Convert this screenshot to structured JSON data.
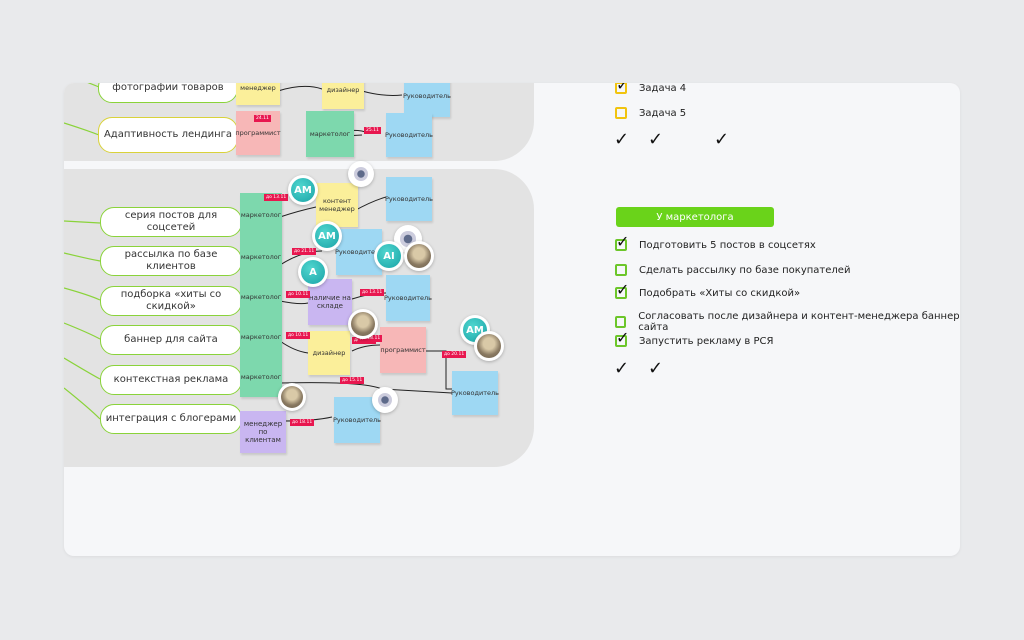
{
  "pills_top": [
    {
      "text": "фотографии товаров"
    },
    {
      "text": "Адаптивность лендинга"
    }
  ],
  "pills_main": [
    {
      "text": "серия постов для соцсетей"
    },
    {
      "text": "рассылка по базе клиентов"
    },
    {
      "text": "подборка «хиты со скидкой»"
    },
    {
      "text": "баннер для сайта"
    },
    {
      "text": "контекстная реклама"
    },
    {
      "text": "интеграция с блогерами"
    }
  ],
  "stickies": {
    "s1": "менеджер",
    "s2": "дизайнер",
    "s3": "Руководитель",
    "s4": "программист",
    "s5": "маркетолог",
    "s6": "Руководитель",
    "m1": "маркетолог",
    "m2": "маркетолог",
    "m3": "маркетолог",
    "m4": "маркетолог",
    "m5": "маркетолог",
    "m6": "менеджер по клиентам",
    "c1": "контент менеджер",
    "c2": "Руководитель",
    "c3": "Руководитель",
    "c4": "наличие на складе",
    "c5": "Руководитель",
    "c6": "дизайнер",
    "c7": "программист",
    "c8": "Руководитель",
    "c9": "Руководитель"
  },
  "tags": {
    "t1": "24.11",
    "t2": "25.11",
    "t3": "до 13.11",
    "t4": "до 21.11",
    "t5": "до 10.11",
    "t6": "до 13.11",
    "t7": "до 10.11",
    "t8": "до 13.11",
    "t9": "до 18.11",
    "t10": "до 20.11",
    "t11": "до 15.11",
    "t12": "до 18.11"
  },
  "avatars": {
    "a1": "AM",
    "a2": "AM",
    "a3": "A",
    "a4": "AI",
    "a5": "AM"
  },
  "top_tasks": [
    {
      "label": "Задача 4",
      "checked": true
    },
    {
      "label": "Задача 5",
      "checked": false
    }
  ],
  "marketer": {
    "title": "У маркетолога",
    "items": [
      {
        "label": "Подготовить 5 постов в соцсетях",
        "checked": true
      },
      {
        "label": "Сделать рассылку по базе покупателей",
        "checked": false
      },
      {
        "label": "Подобрать «Хиты со скидкой»",
        "checked": true
      },
      {
        "label": "Согласовать после дизайнера и контент-менеджера баннер сайта",
        "checked": false
      },
      {
        "label": "Запустить рекламу в РСЯ",
        "checked": true
      }
    ]
  },
  "tick_glyph": "✓"
}
